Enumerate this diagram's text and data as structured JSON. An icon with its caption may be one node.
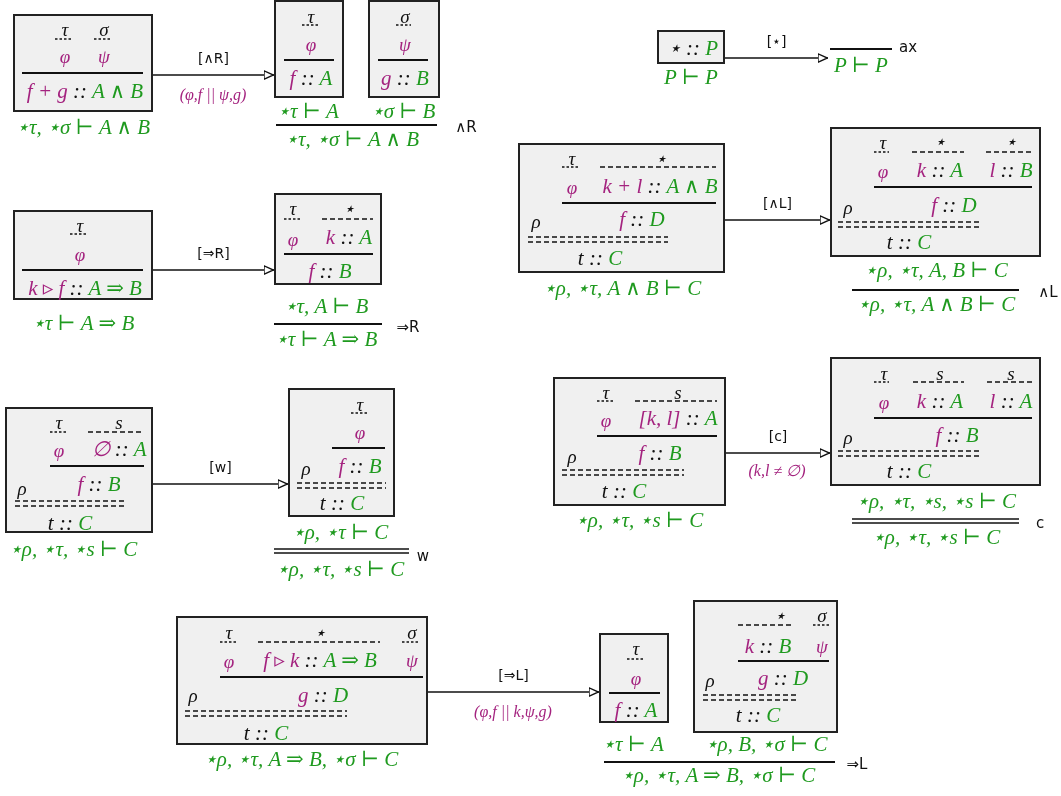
{
  "diagram": {
    "nodes": [
      {
        "text": [
          "τ",
          "σ",
          "φ",
          "ψ",
          "f + g :: A ∧ B"
        ],
        "beside": [
          "⋆τ, ⋆σ ⊢ A ∧ B"
        ]
      },
      {
        "text": [
          "τ",
          "φ",
          "f :: A"
        ],
        "beside": [
          "⋆τ ⊢ A"
        ]
      },
      {
        "text": [
          "σ",
          "ψ",
          "g :: B"
        ],
        "beside": [
          "⋆σ ⊢ B"
        ]
      },
      {
        "text": [
          "⋆ :: P"
        ],
        "beside": [
          "P ⊢ P"
        ]
      },
      {
        "text": [
          "P ⊢ P"
        ]
      },
      {
        "text": [
          "τ",
          "⋆",
          "φ",
          "k + l :: A ∧ B",
          "ρ",
          "f :: D",
          "t :: C"
        ],
        "beside": [
          "⋆ρ, ⋆τ, A ∧ B ⊢ C"
        ]
      },
      {
        "text": [
          "τ",
          "⋆",
          "⋆",
          "φ",
          "k :: A",
          "l :: B",
          "ρ",
          "f :: D",
          "t :: C"
        ],
        "beside": [
          "⋆ρ, ⋆τ, A, B ⊢ C"
        ]
      },
      {
        "text": [
          "τ",
          "φ",
          "k ▹ f :: A ⇒ B"
        ],
        "beside": [
          "⋆τ ⊢ A ⇒ B"
        ]
      },
      {
        "text": [
          "τ",
          "⋆",
          "φ",
          "k :: A",
          "f :: B"
        ],
        "beside": [
          "⋆τ, A ⊢ B"
        ]
      },
      {
        "text": [
          "τ",
          "s",
          "φ",
          "∅ :: A",
          "ρ",
          "f :: B",
          "t :: C"
        ],
        "beside": [
          "⋆ρ, ⋆τ, ⋆s ⊢ C"
        ]
      },
      {
        "text": [
          "τ",
          "φ",
          "ρ",
          "f :: B",
          "t :: C"
        ],
        "beside": [
          "⋆ρ, ⋆τ ⊢ C"
        ]
      },
      {
        "text": [
          "τ",
          "s",
          "φ",
          "[k, l] :: A",
          "ρ",
          "f :: B",
          "t :: C"
        ],
        "beside": [
          "⋆ρ, ⋆τ, ⋆s ⊢ C"
        ]
      },
      {
        "text": [
          "τ",
          "s",
          "s",
          "φ",
          "k :: A",
          "l :: A",
          "ρ",
          "f :: B",
          "t :: C"
        ],
        "beside": [
          "⋆ρ, ⋆τ, ⋆s, ⋆s ⊢ C"
        ]
      },
      {
        "text": [
          "τ",
          "⋆",
          "σ",
          "φ",
          "f ▹ k :: A ⇒ B",
          "ψ",
          "ρ",
          "g :: D",
          "t :: C"
        ],
        "beside": [
          "⋆ρ, ⋆τ, A ⇒ B, ⋆σ ⊢ C"
        ]
      },
      {
        "text": [
          "τ",
          "φ",
          "f :: A"
        ],
        "beside": [
          "⋆τ ⊢ A"
        ]
      },
      {
        "text": [
          "⋆",
          "σ",
          "k :: B",
          "ψ",
          "ρ",
          "g :: D",
          "t :: C"
        ],
        "beside": [
          "⋆ρ, B, ⋆σ ⊢ C"
        ]
      }
    ],
    "edges": [
      {
        "from": 0,
        "to": 1,
        "arrow": "to",
        "label": "[∧R]"
      },
      {
        "from": 3,
        "to": 4,
        "arrow": "to",
        "label": "[⋆]"
      },
      {
        "from": 5,
        "to": 6,
        "arrow": "to",
        "label": "[∧L]"
      },
      {
        "from": 7,
        "to": 8,
        "arrow": "to",
        "label": "[⇒R]"
      },
      {
        "from": 9,
        "to": 10,
        "arrow": "to",
        "label": "[w]"
      },
      {
        "from": 11,
        "to": 12,
        "arrow": "to",
        "label": "[c]"
      },
      {
        "from": 13,
        "to": 14,
        "arrow": "to",
        "label": "[⇒L]"
      }
    ],
    "labels": [
      "(φ,f || ψ,g)",
      "⋆τ, ⋆σ ⊢ A ∧ B",
      "∧R",
      "ax",
      "⋆ρ, ⋆τ, A ∧ B ⊢ C",
      "∧L",
      "⋆τ ⊢ A ⇒ B",
      "⇒R",
      "(k,l ≠ ∅)",
      "⋆ρ, ⋆τ, ⋆s ⊢ C",
      "c",
      "⋆ρ, ⋆τ, ⋆s ⊢ C",
      "w",
      "(φ,f || k,ψ,g)",
      "⋆ρ, ⋆τ, A ⇒ B, ⋆σ ⊢ C",
      "⇒L"
    ]
  }
}
